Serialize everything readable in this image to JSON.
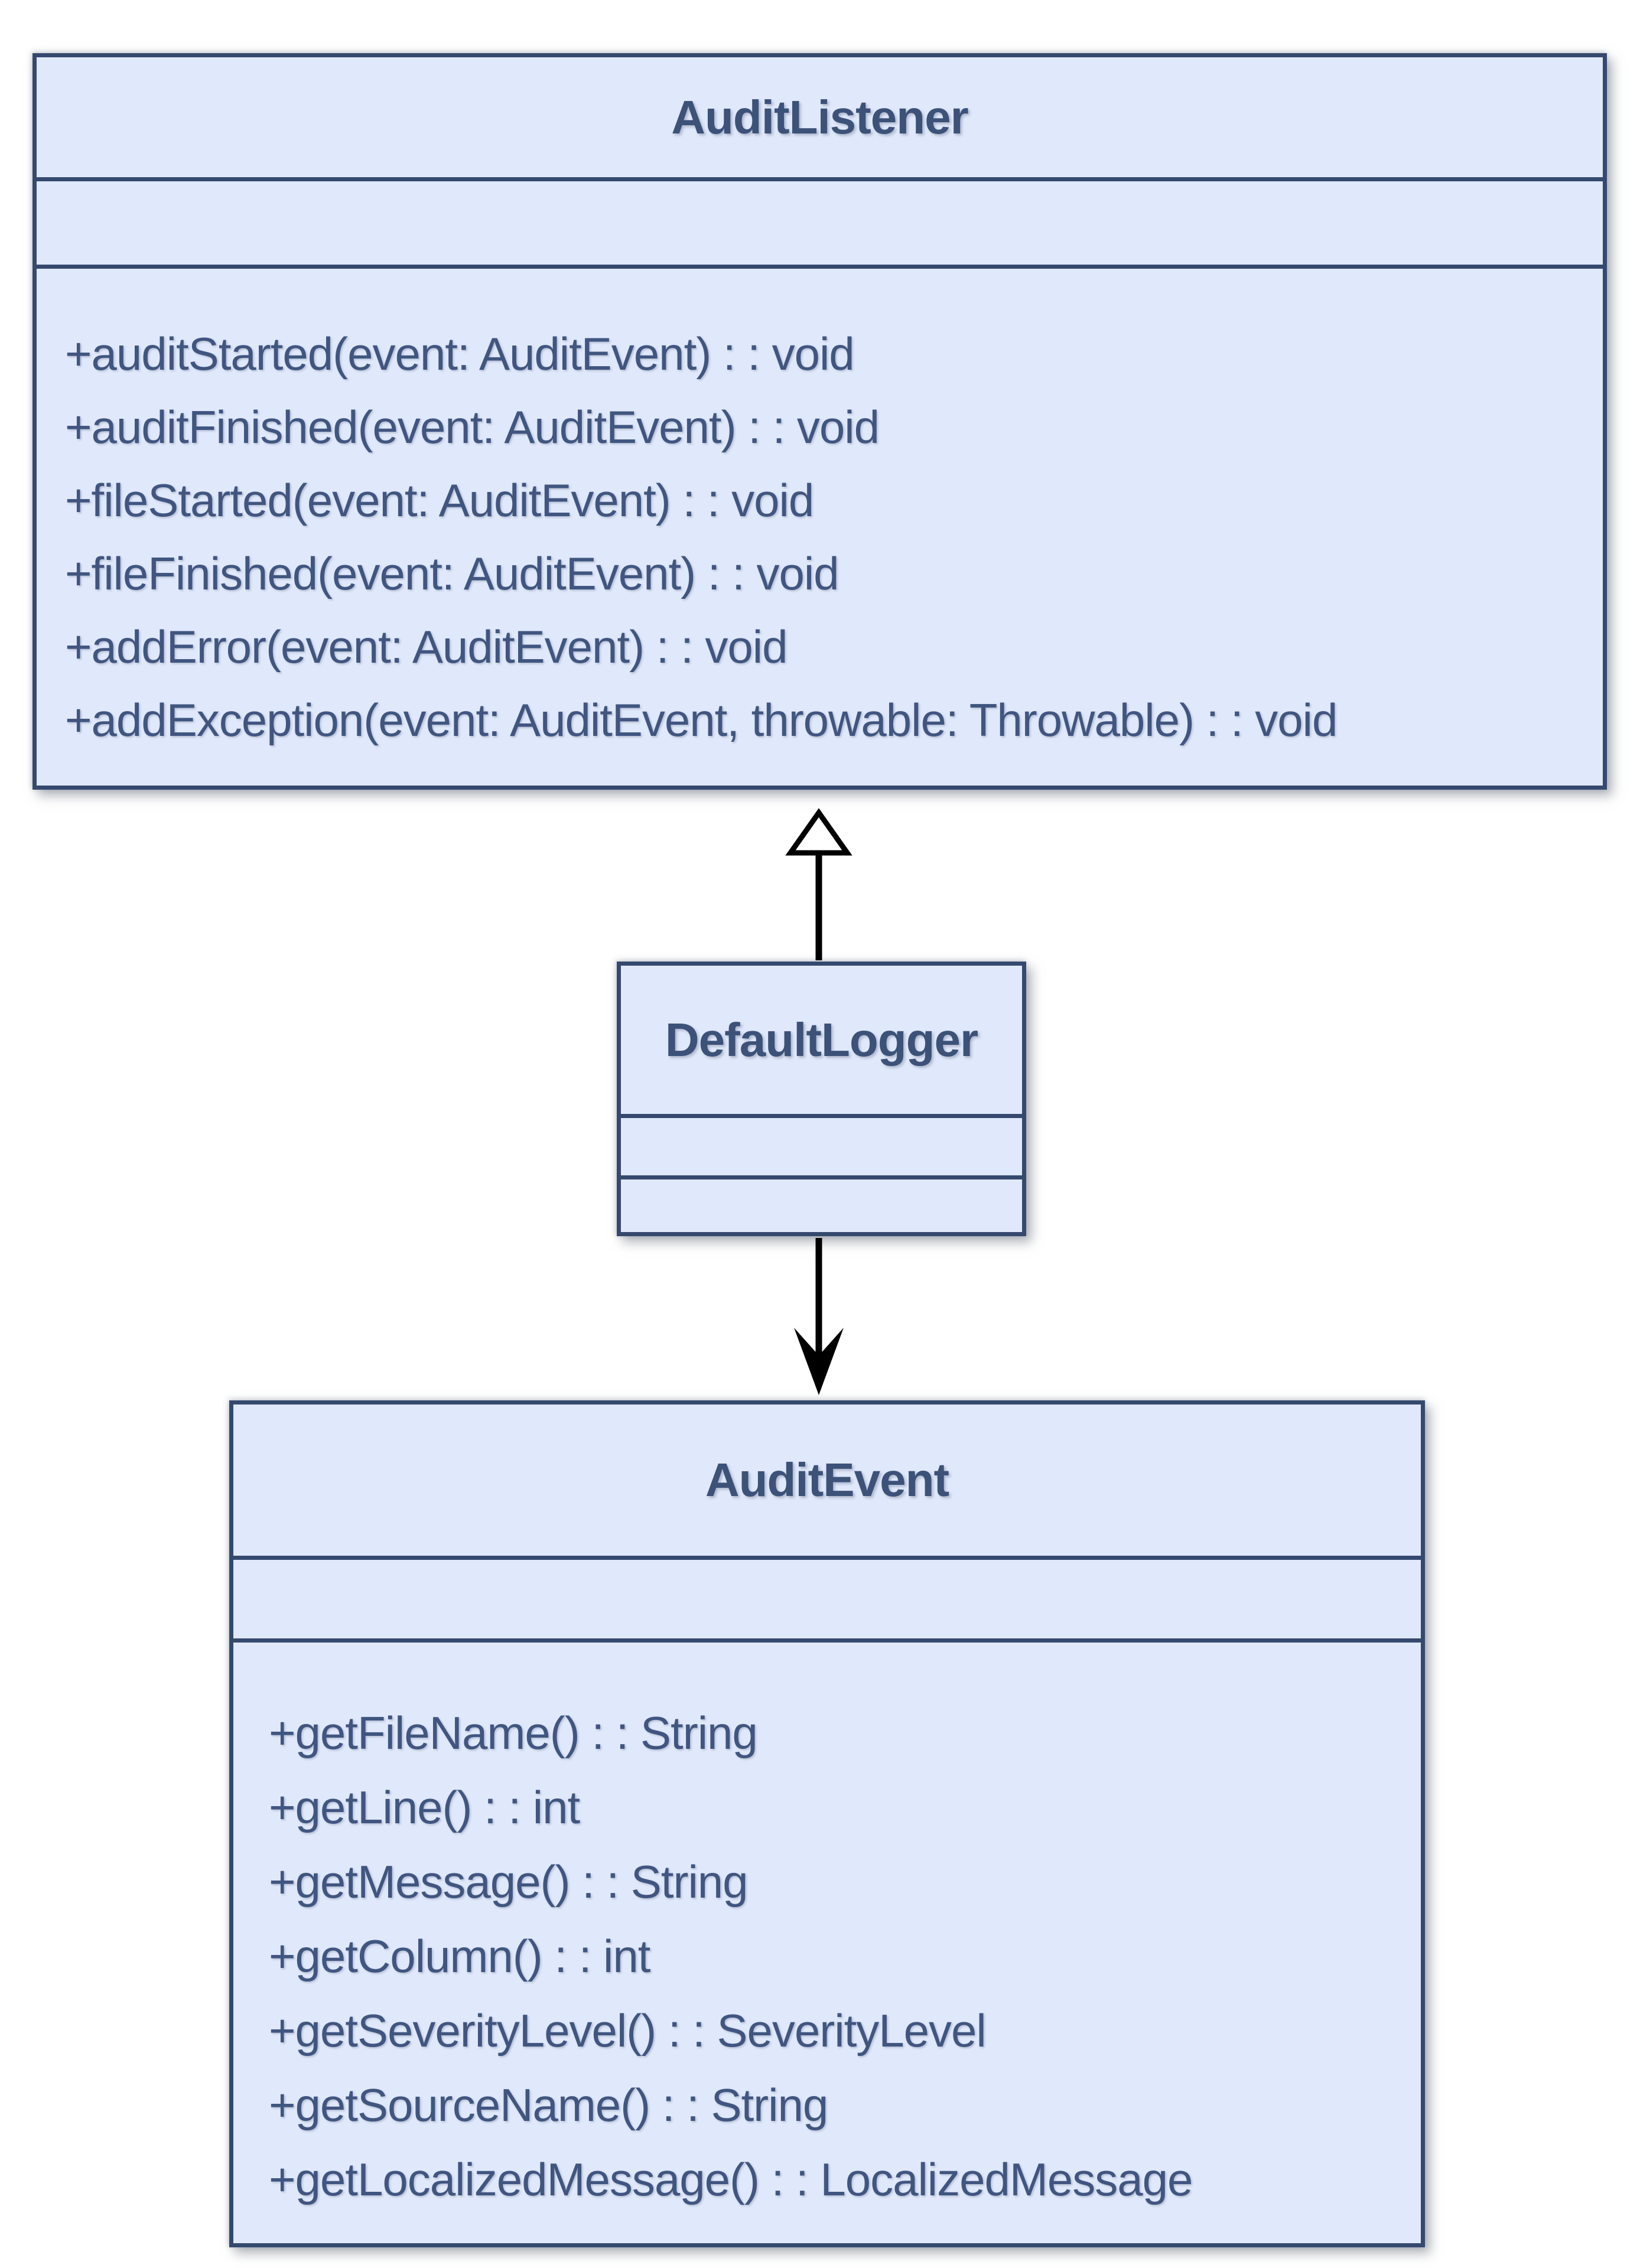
{
  "diagram": {
    "type": "uml-class-diagram",
    "background_color": "#ffffff",
    "box_fill_color": "#e0e8fb",
    "box_border_color": "#35496f",
    "title_text_color": "#3c5278",
    "method_text_color": "#405680",
    "connector_color": "#000000",
    "classes": [
      {
        "name": "AuditListener",
        "attributes": [],
        "methods": [
          "+auditStarted(event: AuditEvent) : : void",
          "+auditFinished(event: AuditEvent) : : void",
          "+fileStarted(event: AuditEvent) : : void",
          "+fileFinished(event: AuditEvent) : : void",
          "+addError(event: AuditEvent) : : void",
          "+addException(event: AuditEvent, throwable: Throwable) : : void"
        ]
      },
      {
        "name": "DefaultLogger",
        "attributes": [],
        "methods": []
      },
      {
        "name": "AuditEvent",
        "attributes": [],
        "methods": [
          "+getFileName() : : String",
          "+getLine() : : int",
          "+getMessage() : : String",
          "+getColumn() : : int",
          "+getSeverityLevel() : : SeverityLevel",
          "+getSourceName() : : String",
          "+getLocalizedMessage() : : LocalizedMessage"
        ]
      }
    ],
    "relationships": [
      {
        "type": "generalization",
        "from": "DefaultLogger",
        "to": "AuditListener",
        "arrowhead": "hollow-triangle"
      },
      {
        "type": "directed-association",
        "from": "DefaultLogger",
        "to": "AuditEvent",
        "arrowhead": "open"
      }
    ]
  }
}
